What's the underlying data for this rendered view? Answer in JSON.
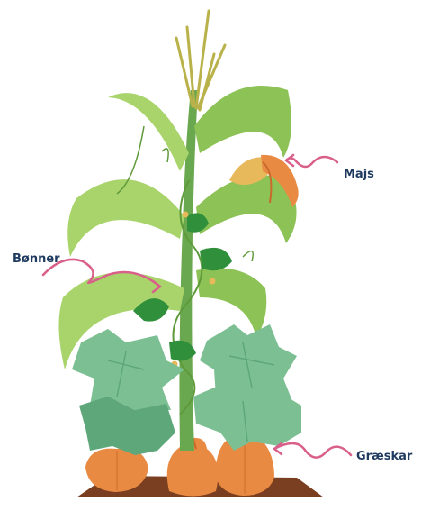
{
  "labels": {
    "corn": "Majs",
    "beans": "Bønner",
    "squash": "Græskar"
  },
  "colors": {
    "arrow": "#d9608a",
    "label": "#1f3a5f",
    "leaf_light": "#a9d46c",
    "leaf_mid": "#8cc256",
    "leaf_dark": "#5f9a3a",
    "stalk": "#6aa84f",
    "bean_leaf": "#2f8f3a",
    "squash_leaf": "#7cbf93",
    "squash_leaf_dark": "#5ea77a",
    "pumpkin": "#e98a43",
    "pumpkin_dark": "#c9692c",
    "soil": "#7a3f20",
    "corn_cob": "#e8b95a",
    "tassel": "#b9b24a"
  },
  "icons": [
    "corn-plant",
    "bean-vine",
    "squash-plant",
    "soil-mound",
    "pointer-arrow"
  ]
}
